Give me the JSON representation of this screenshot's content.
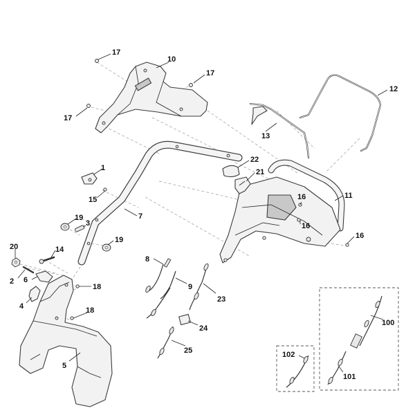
{
  "callouts": [
    "17",
    "10",
    "17",
    "17",
    "12",
    "13",
    "22",
    "21",
    "1",
    "15",
    "7",
    "11",
    "16",
    "16",
    "16",
    "19",
    "3",
    "19",
    "20",
    "14",
    "2",
    "6",
    "4",
    "18",
    "18",
    "5",
    "8",
    "9",
    "23",
    "24",
    "25",
    "100",
    "102",
    "101"
  ]
}
